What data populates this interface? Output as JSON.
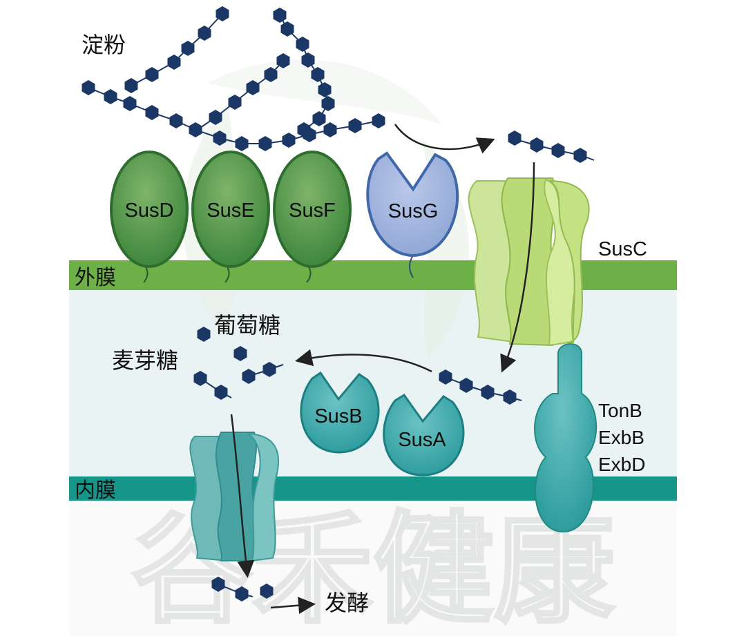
{
  "labels": {
    "starch": "淀粉",
    "outer_membrane": "外膜",
    "inner_membrane": "内膜",
    "glucose": "葡萄糖",
    "maltose": "麦芽糖",
    "fermentation": "发酵",
    "susc": "SusC",
    "tonb": "TonB",
    "exbb": "ExbB",
    "exbd": "ExbD"
  },
  "proteins": {
    "susd": "SusD",
    "suse": "SusE",
    "susf": "SusF",
    "susg": "SusG",
    "susb": "SusB",
    "susa": "SusA"
  },
  "watermark": "谷禾健康",
  "colors": {
    "outer_membrane": "#6cb047",
    "inner_membrane": "#159688",
    "periplasm": "#e9f3f3",
    "sugar": "#1b3766",
    "dark_green_protein": "#3f8a3c",
    "light_blue_protein": "#9fb3dc",
    "teal_protein": "#2ea3a5",
    "susc_channel": "#cfe79a",
    "inner_channel": "#5fb3b3",
    "tonb_complex": "#23a69b"
  }
}
